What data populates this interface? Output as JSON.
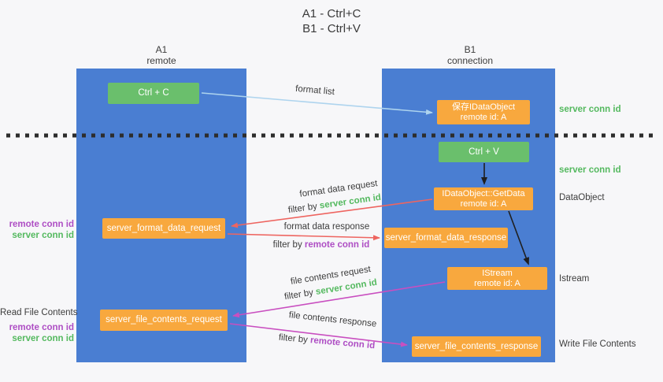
{
  "title": {
    "line1": "A1 - Ctrl+C",
    "line2": "B1 - Ctrl+V"
  },
  "lifelines": {
    "a1": {
      "name": "A1",
      "subtitle": "remote"
    },
    "b1": {
      "name": "B1",
      "subtitle": "connection"
    }
  },
  "nodes": {
    "ctrl_c": {
      "label": "Ctrl + C"
    },
    "save_idataobject": {
      "line1": "保存IDataObject",
      "line2": "remote id: A"
    },
    "ctrl_v": {
      "label": "Ctrl + V"
    },
    "getdata": {
      "line1": "IDataObject::GetData",
      "line2": "remote id: A"
    },
    "server_format_data_request": {
      "label": "server_format_data_request"
    },
    "server_format_data_response": {
      "label": "server_format_data_response"
    },
    "istream": {
      "line1": "IStream",
      "line2": "remote id: A"
    },
    "server_file_contents_request": {
      "label": "server_file_contents_request"
    },
    "server_file_contents_response": {
      "label": "server_file_contents_response"
    }
  },
  "edge_labels": {
    "format_list": "format list",
    "format_data_request": {
      "line1": "format data request",
      "filter_prefix": "filter by ",
      "filter_key": "server conn id"
    },
    "format_data_response": {
      "line1": "format data response",
      "filter_prefix": "filter by ",
      "filter_key": "remote conn id"
    },
    "file_contents_request": {
      "line1": "file contents request",
      "filter_prefix": "filter by ",
      "filter_key": "server conn id"
    },
    "file_contents_response": {
      "line1": "file contents response",
      "filter_prefix": "filter by ",
      "filter_key": "remote conn id"
    }
  },
  "side_labels": {
    "right": {
      "server_conn_id_top": "server conn id",
      "server_conn_id_mid": "server conn id",
      "dataobject": "DataObject",
      "istream": "Istream",
      "write_file_contents": "Write File Contents"
    },
    "left": {
      "remote_conn_id_1": "remote conn id",
      "server_conn_id_1": "server conn id",
      "read_file_contents": "Read File Contents",
      "remote_conn_id_2": "remote conn id",
      "server_conn_id_2": "server conn id"
    }
  },
  "colors": {
    "lifeline_blue": "#4a7ed2",
    "box_green": "#6abf6c",
    "box_orange": "#f8a83e",
    "green_text": "#54b95f",
    "purple_text": "#ae4ec4",
    "arrow_red": "#ee6560",
    "arrow_magenta": "#c94fc0",
    "arrow_lightblue": "#aed4ee",
    "arrow_black": "#1f1f1f"
  }
}
